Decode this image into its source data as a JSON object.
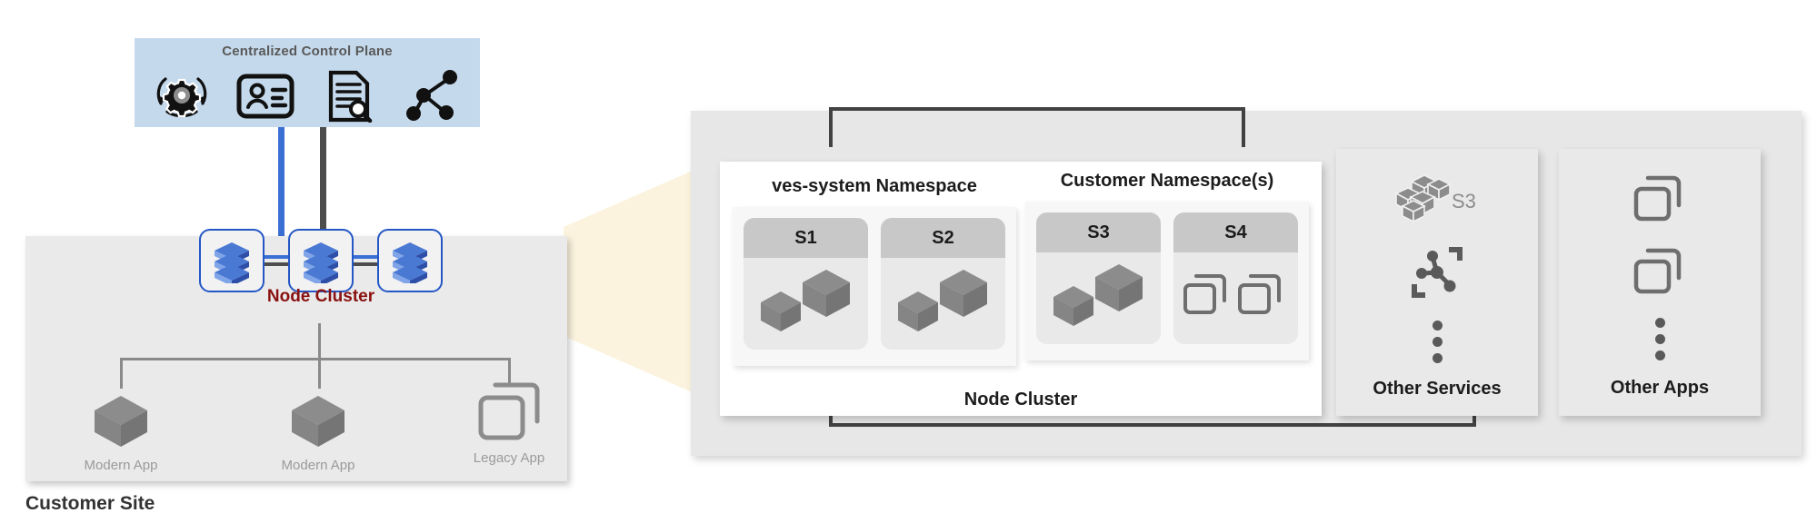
{
  "control_plane": {
    "title": "Centralized Control Plane",
    "icons": [
      {
        "name": "gear-refresh-icon",
        "label": "configuration"
      },
      {
        "name": "id-card-icon",
        "label": "identity"
      },
      {
        "name": "document-search-icon",
        "label": "audit-log"
      },
      {
        "name": "network-graph-icon",
        "label": "observability"
      }
    ]
  },
  "connectors": {
    "blue_color": "#3b6fd4",
    "gray_color": "#4d4d4d"
  },
  "customer_site": {
    "label": "Customer Site",
    "node_cluster_label": "Node Cluster",
    "node_count": 3,
    "node_icon": "server-stack-icon",
    "apps": [
      {
        "label": "Modern App",
        "icon": "cube-icon"
      },
      {
        "label": "Modern App",
        "icon": "cube-icon"
      },
      {
        "label": "Legacy App",
        "icon": "stacked-windows-icon"
      }
    ]
  },
  "detail_panel": {
    "cluster_card": {
      "label": "Node Cluster",
      "namespaces": [
        {
          "title": "ves-system Namespace",
          "services": [
            {
              "name": "S1",
              "icon": "cube-icon",
              "icon_count": 2
            },
            {
              "name": "S2",
              "icon": "cube-icon",
              "icon_count": 2
            }
          ]
        },
        {
          "title": "Customer Namespace(s)",
          "services": [
            {
              "name": "S3",
              "icon": "cube-icon",
              "icon_count": 2
            },
            {
              "name": "S4",
              "icon": "stacked-windows-icon",
              "icon_count": 2
            }
          ]
        }
      ]
    },
    "side_panels": [
      {
        "label": "Other Services",
        "items": [
          {
            "icon": "s3-storage-icon",
            "text": "S3"
          },
          {
            "icon": "network-mesh-icon",
            "text": ""
          },
          {
            "icon": "vertical-ellipsis-icon",
            "text": ""
          }
        ]
      },
      {
        "label": "Other Apps",
        "items": [
          {
            "icon": "stacked-windows-icon",
            "text": ""
          },
          {
            "icon": "stacked-windows-icon",
            "text": ""
          },
          {
            "icon": "vertical-ellipsis-icon",
            "text": ""
          }
        ]
      }
    ]
  },
  "colors": {
    "control_plane_bg": "#c5d9ec",
    "panel_bg": "#e7e7e7",
    "node_border": "#2457c5",
    "node_cluster_text": "#8a1111",
    "funnel": "#fbf3dd"
  }
}
